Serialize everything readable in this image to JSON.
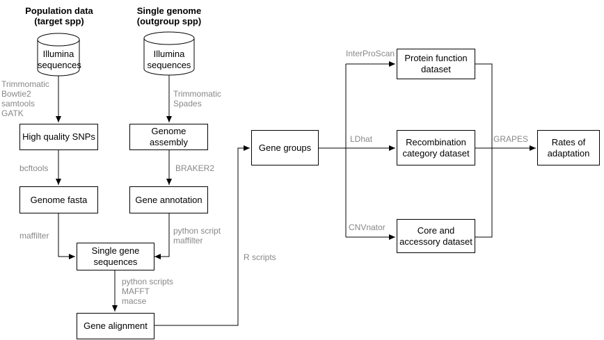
{
  "headers": {
    "population": "Population data\n(target spp)",
    "single": "Single genome\n(outgroup spp)"
  },
  "cylinders": {
    "left": "Illumina\nsequences",
    "right": "Illumina\nsequences"
  },
  "boxes": {
    "snps": "High quality SNPs",
    "genome_assembly": "Genome\nassembly",
    "genome_fasta": "Genome fasta",
    "gene_annotation": "Gene annotation",
    "single_gene": "Single gene\nsequences",
    "gene_alignment": "Gene alignment",
    "gene_groups": "Gene groups",
    "protein_function": "Protein function\ndataset",
    "recombination": "Recombination\ncategory dataset",
    "core_accessory": "Core and\naccessory dataset",
    "rates": "Rates of\nadaptation"
  },
  "labels": {
    "trimmomatic_left": "Trimmomatic\nBowtie2\nsamtools\nGATK",
    "trimmomatic_right": "Trimmomatic\nSpades",
    "bcftools": "bcftools",
    "braker": "BRAKER2",
    "maffilter": "maffilter",
    "python_script": "python script\nmaffilter",
    "python_scripts": "python scripts\nMAFFT\nmacse",
    "r_scripts": "R scripts",
    "interproscan": "InterProScan",
    "ldhat": "LDhat",
    "cnvnator": "CNVnator",
    "grapes": "GRAPES"
  }
}
